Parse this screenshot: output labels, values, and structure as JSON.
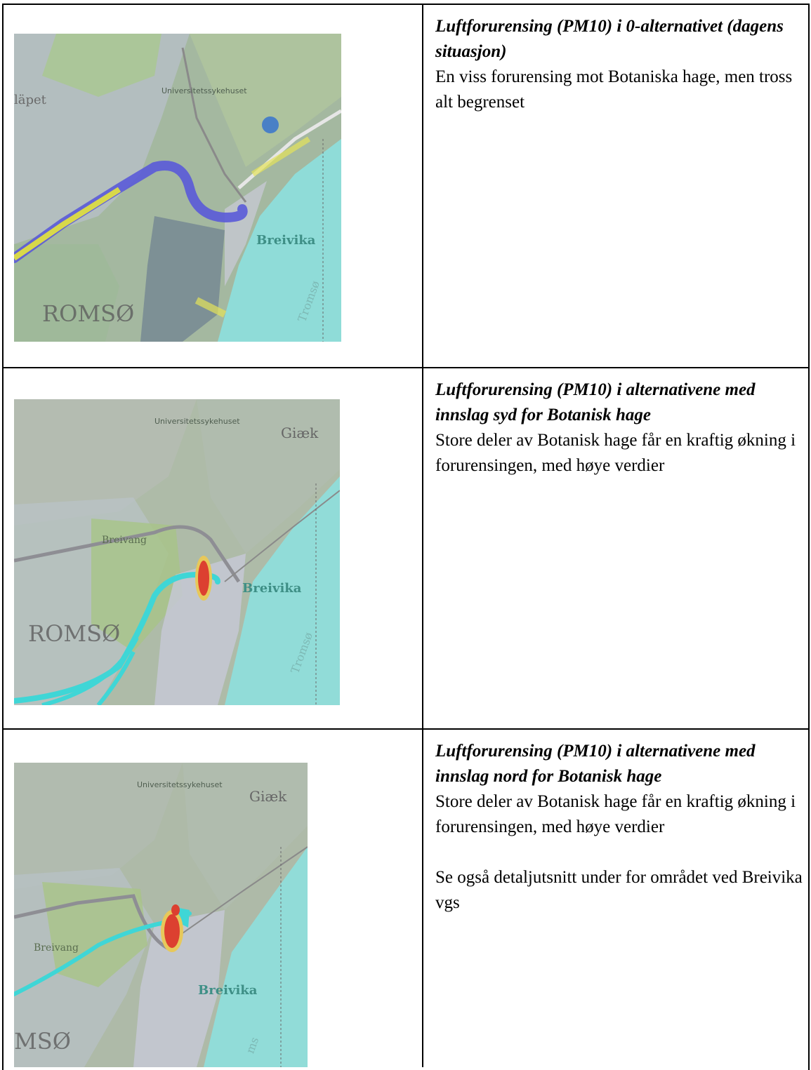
{
  "rows": [
    {
      "title": "Luftforurensing (PM10) i 0-alternativet (dagens situasjon)",
      "description": "En viss forurensing mot Botaniska hage, men tross alt begrenset",
      "map": {
        "labels": [
          "Universitetssykehuset",
          "läpet",
          "Breivika",
          "ROMSØ",
          "Tromsø"
        ],
        "trace_color": "#5a5ad8"
      }
    },
    {
      "title": "Luftforurensing (PM10) i alternativene med innslag syd for Botanisk hage",
      "description": "Store deler av Botanisk hage får en kraftig økning i forurensingen, med høye verdier",
      "map": {
        "labels": [
          "Universitetssykehuset",
          "Giæk",
          "Breivika",
          "ROMSØ",
          "Breivang",
          "Tromsø"
        ],
        "trace_color": "#3fd6d6"
      }
    },
    {
      "title": "Luftforurensing (PM10) i alternativene med innslag nord for Botanisk hage",
      "description": "Store deler av Botanisk hage får en kraftig økning i forurensingen, med høye verdier",
      "note": "Se også detaljutsnitt under for området ved Breivika vgs",
      "map": {
        "labels": [
          "Universitetssykehuset",
          "Giæk",
          "Breivika",
          "MSØ",
          "Breivang",
          "ms"
        ],
        "trace_color": "#3fd6d6"
      }
    }
  ]
}
